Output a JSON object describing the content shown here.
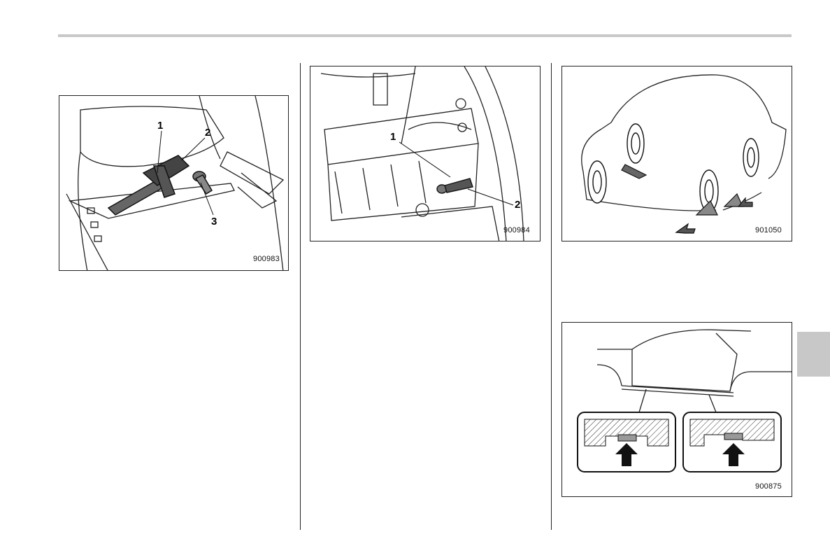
{
  "figures": [
    {
      "id": "jack-storage",
      "code": "900983",
      "callouts": [
        "1",
        "2",
        "3"
      ]
    },
    {
      "id": "cargo-jack",
      "code": "900984",
      "callouts": [
        "1",
        "2"
      ]
    },
    {
      "id": "wheel-chocks",
      "code": "901050"
    },
    {
      "id": "jack-points",
      "code": "900875"
    }
  ]
}
